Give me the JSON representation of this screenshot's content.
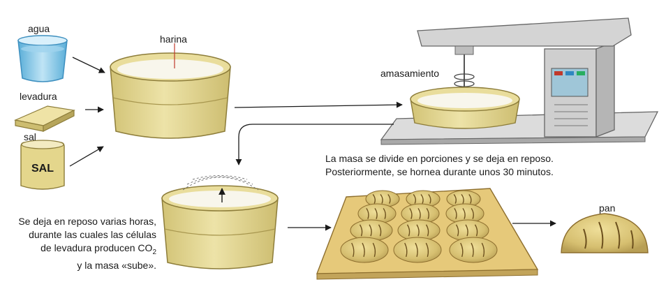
{
  "labels": {
    "agua": "agua",
    "levadura": "levadura",
    "sal": "sal",
    "sal_jar": "SAL",
    "harina": "harina",
    "amasamiento": "amasamiento",
    "pan": "pan"
  },
  "step1": {
    "line1": "La masa se divide en porciones y se deja en reposo.",
    "line2": "Posteriormente, se hornea durante unos 30 minutos."
  },
  "step2": {
    "line1": "Se deja en reposo varias horas,",
    "line2": "durante las cuales las células",
    "line3_pre": "de levadura producen CO",
    "line3_sub": "2",
    "line4": "y la masa «sube»."
  },
  "colors": {
    "dough": "#e6d98e",
    "dough_light": "#f1e9bd",
    "dough_dark": "#c9b96a",
    "water": "#7ec3e6",
    "machine": "#d6d6d6",
    "bread": "#dcc77a",
    "arrow": "#1a1a1a"
  }
}
